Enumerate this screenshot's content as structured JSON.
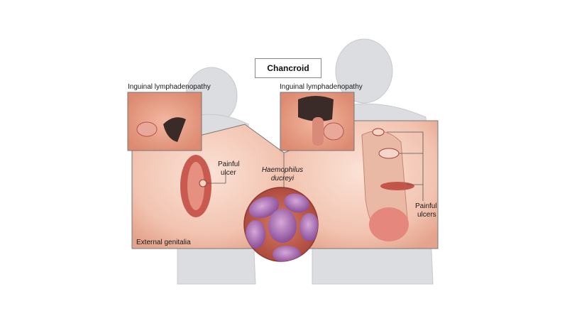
{
  "title": "Chancroid",
  "labels": {
    "inguinal_left": "Inguinal lymphadenopathy",
    "inguinal_right": "Inguinal lymphadenopathy",
    "painful_ulcer_line1": "Painful",
    "painful_ulcer_line2": "ulcer",
    "organism_line1": "Haemophilus",
    "organism_line2": "ducreyi",
    "external_genitalia": "External genitalia",
    "painful_ulcers_line1": "Painful",
    "painful_ulcers_line2": "ulcers"
  }
}
